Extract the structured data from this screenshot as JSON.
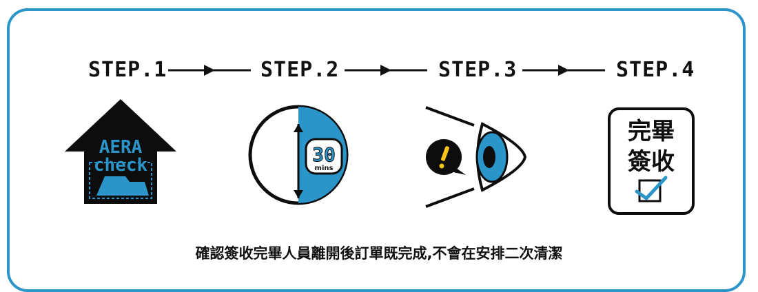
{
  "steps": [
    {
      "label": "STEP.1",
      "icon": "house-check-icon",
      "house_text_line1": "AERA",
      "house_text_line2": "check"
    },
    {
      "label": "STEP.2",
      "icon": "timer-icon",
      "timer_number": "30",
      "timer_unit": "mins"
    },
    {
      "label": "STEP.3",
      "icon": "eye-inspection-icon"
    },
    {
      "label": "STEP.4",
      "icon": "signoff-document-icon",
      "doc_text_line1": "完畢",
      "doc_text_line2": "簽收"
    }
  ],
  "caption": "確認簽收完畢人員離開後訂單既完成,不會在安排二次清潔",
  "colors": {
    "accent": "#2b95c9",
    "dark": "#111111",
    "frame": "#2b95c9"
  }
}
